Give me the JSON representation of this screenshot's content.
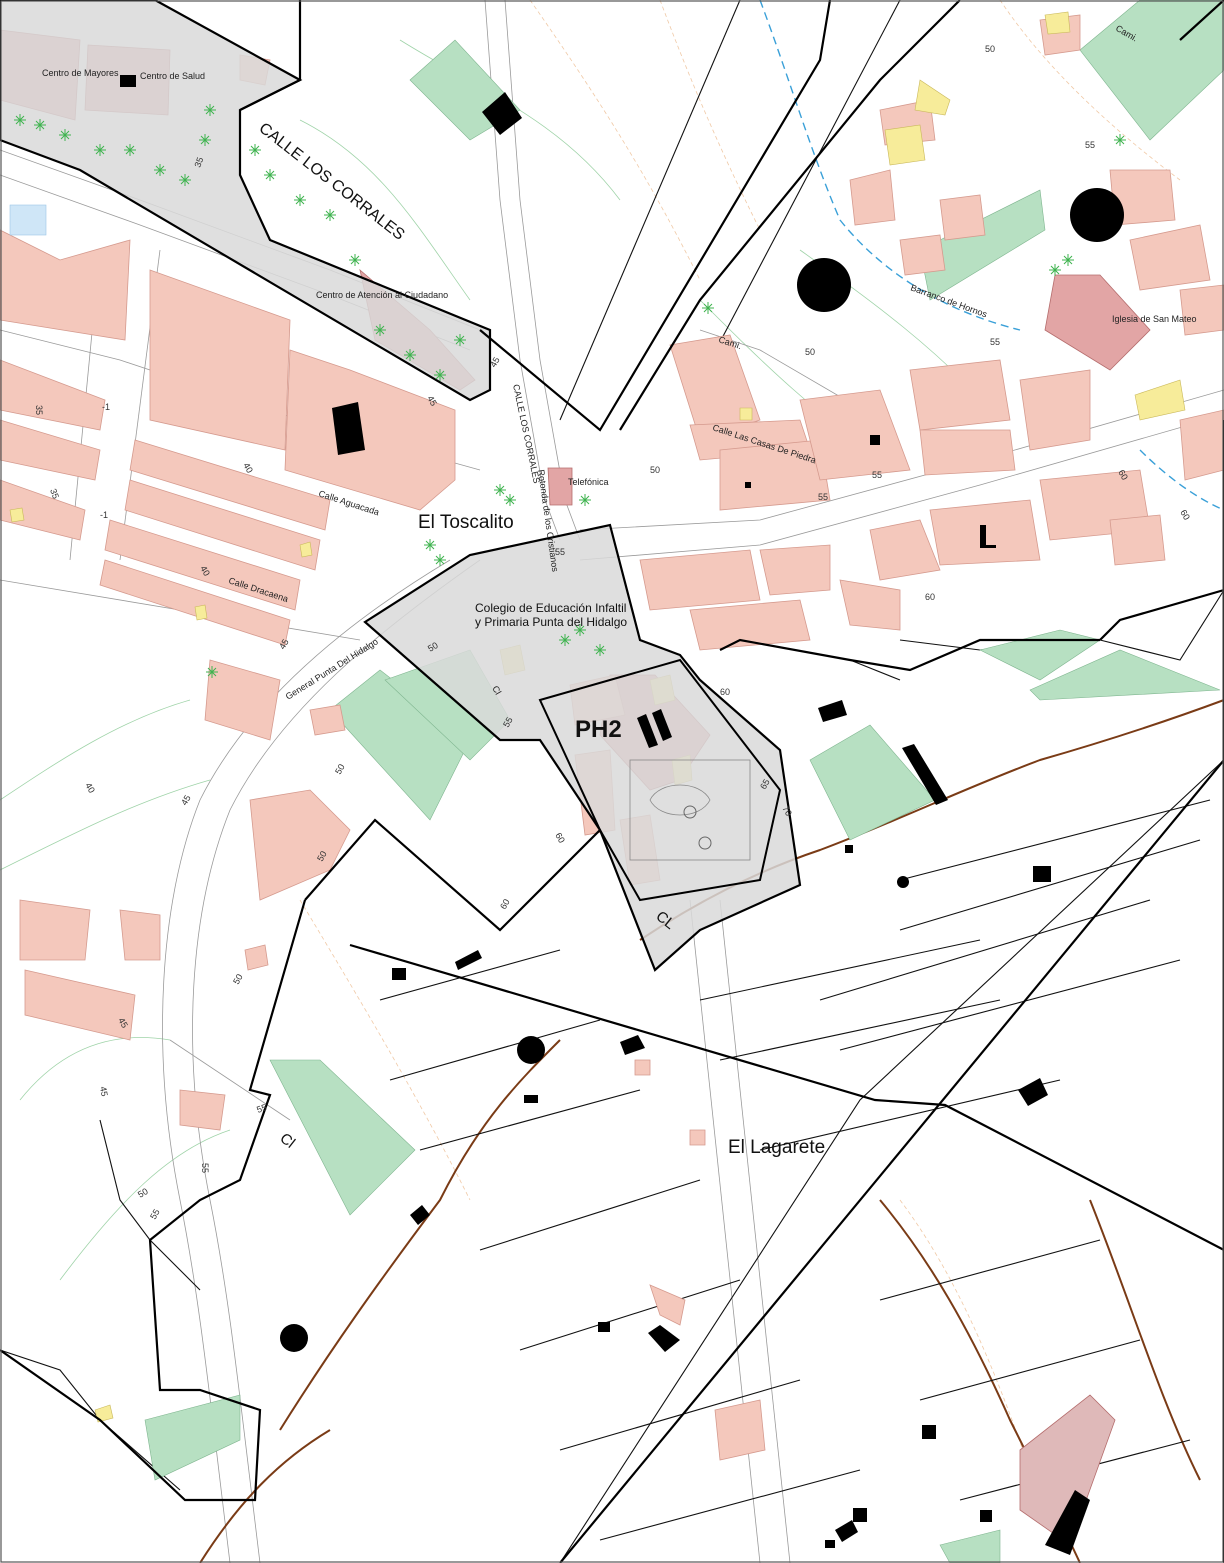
{
  "map": {
    "places": {
      "toscalito": "El Toscalito",
      "lagarete": "El Lagarete"
    },
    "zone_badge": "PH2",
    "streets": {
      "corrales_big": "CALLE LOS CORRALES",
      "corrales_small": "CALLE LOS CORRALES",
      "rotonda": "Rotonda de los Cristianos",
      "aguacada": "Calle Aguacada",
      "dracaena": "Calle Dracaena",
      "punta_hidalgo": "General Punta Del Hidalgo",
      "casas_piedra": "Calle Las Casas De Piedra",
      "barranco": "Barranco de Hornos",
      "cami_1": "Cami.",
      "cami_2": "Cami."
    },
    "pois": {
      "centro_mayores": "Centro de Mayores",
      "centro_salud": "Centro de Salud",
      "centro_atencion": "Centro de Atención al Ciudadano",
      "telefonica": "Telefónica",
      "colegio_line1": "Colegio de Educación Infaltil",
      "colegio_line2": "y Primaria Punta del Hidalgo",
      "iglesia": "Iglesia de San Mateo"
    },
    "road_codes": {
      "cl_1": "CL",
      "cl_2": "Cl",
      "cl_3": "Cl"
    },
    "contour_labels": [
      "35",
      "40",
      "45",
      "50",
      "55",
      "60",
      "65",
      "70",
      "-1"
    ],
    "colors": {
      "residential": "#f4c8bc",
      "public": "#e2a5a5",
      "green_area": "#b7e0c2",
      "special": "#f7ec9a",
      "zone_fill": "#d9d9d9",
      "boundary": "#000000",
      "contour": "#9fd3a8",
      "terrain_break": "#7a3b16",
      "watercourse": "#3aa0d8"
    }
  }
}
